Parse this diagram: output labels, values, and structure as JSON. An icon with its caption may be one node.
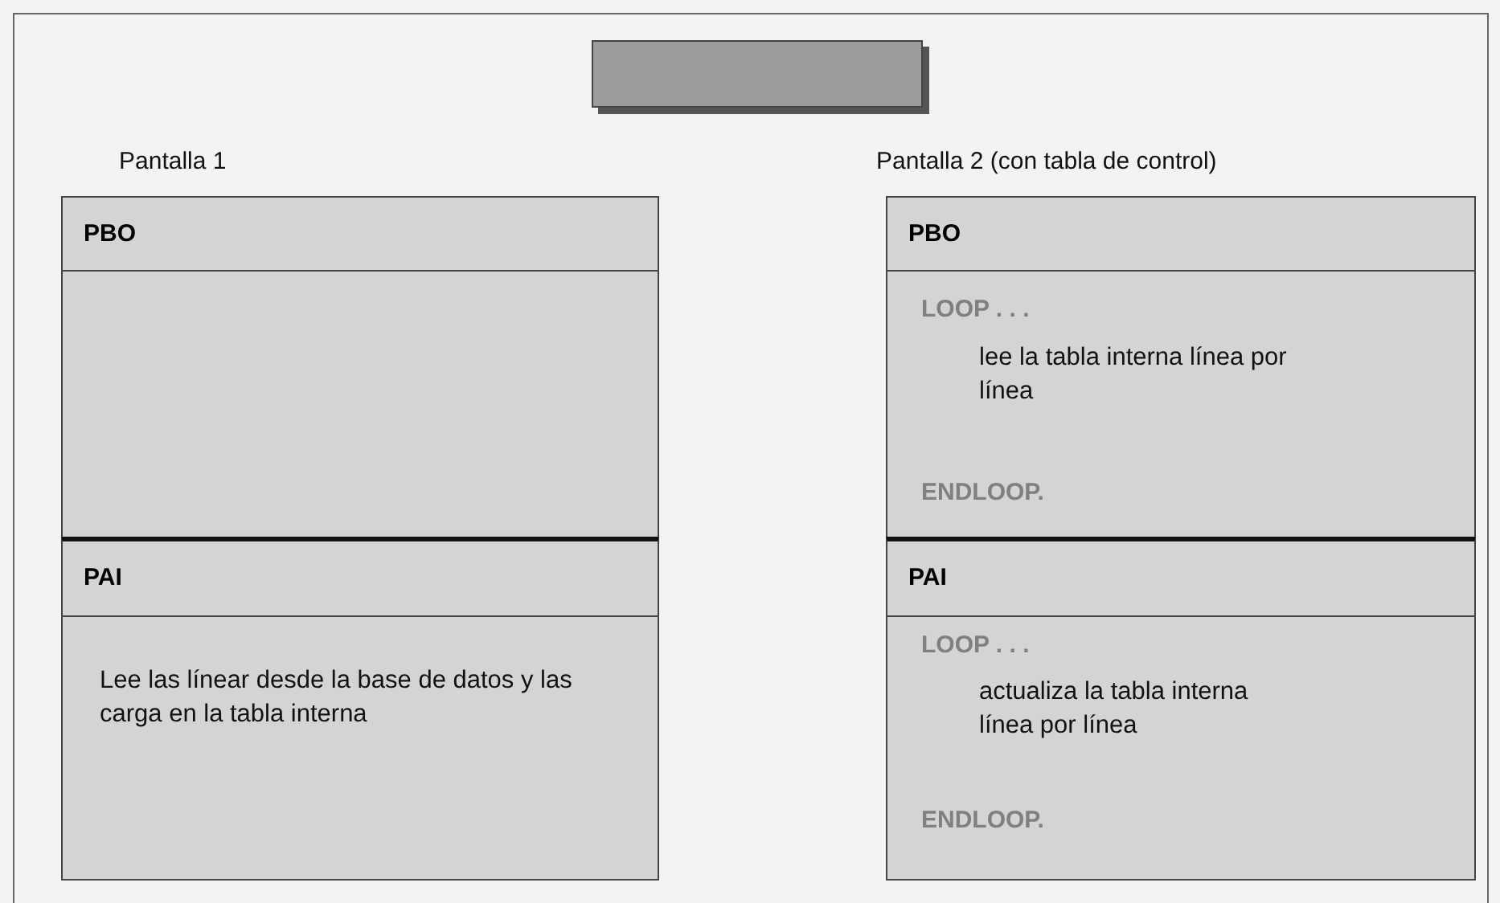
{
  "diagram": {
    "nodes": [
      {
        "text": [],
        "shape": "box"
      },
      {
        "text": [
          "Pantalla 1"
        ]
      },
      {
        "text": [
          "PBO"
        ],
        "in": 1
      },
      {
        "text": [],
        "shape": "box",
        "in": 1
      },
      {
        "text": [
          "PAI"
        ],
        "in": 1
      },
      {
        "text": [
          "Lee las línear desde la base de datos y las carga en la tabla interna"
        ],
        "in": 1
      },
      {
        "text": [
          "Pantalla 2 (con tabla de control)"
        ]
      },
      {
        "text": [
          "PBO"
        ],
        "in": 6
      },
      {
        "text": [
          "LOOP . . .",
          "lee la tabla interna línea por línea",
          "ENDLOOP."
        ],
        "in": 6
      },
      {
        "text": [
          "PAI"
        ],
        "in": 6
      },
      {
        "text": [
          "LOOP . . .",
          "actualiza la tabla interna línea por línea",
          "ENDLOOP."
        ],
        "in": 6
      }
    ]
  }
}
